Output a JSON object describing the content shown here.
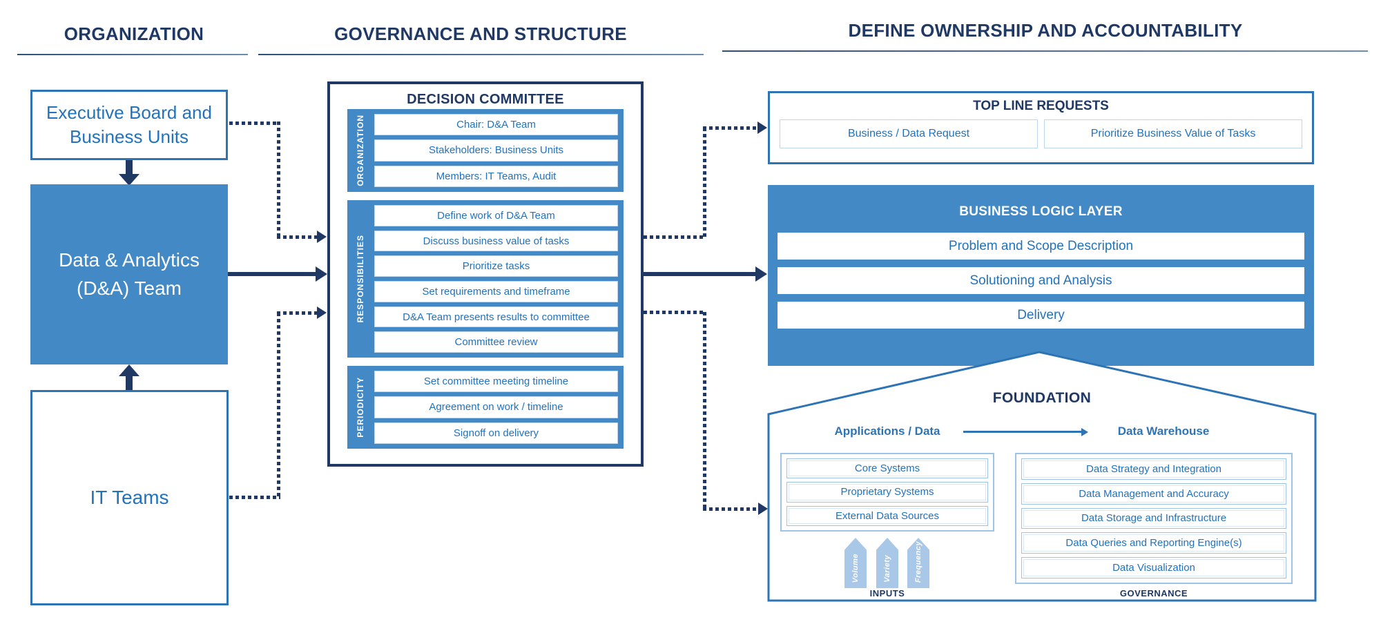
{
  "headers": {
    "organization": "ORGANIZATION",
    "governance": "GOVERNANCE AND STRUCTURE",
    "ownership": "DEFINE OWNERSHIP AND ACCOUNTABILITY"
  },
  "org_column": {
    "executive_board": "Executive Board and Business Units",
    "da_team": "Data & Analytics (D&A) Team",
    "it_teams": "IT Teams"
  },
  "committee": {
    "title": "DECISION COMMITTEE",
    "groups": [
      {
        "label": "ORGANIZATION",
        "rows": [
          "Chair: D&A Team",
          "Stakeholders: Business Units",
          "Members: IT Teams, Audit"
        ]
      },
      {
        "label": "RESPONSIBILITIES",
        "rows": [
          "Define work of D&A Team",
          "Discuss business value of tasks",
          "Prioritize tasks",
          "Set requirements and timeframe",
          "D&A Team presents results to committee",
          "Committee review"
        ]
      },
      {
        "label": "PERIODICITY",
        "rows": [
          "Set committee meeting timeline",
          "Agreement on work / timeline",
          "Signoff on delivery"
        ]
      }
    ]
  },
  "top_line": {
    "title": "TOP LINE REQUESTS",
    "items": [
      "Business / Data Request",
      "Prioritize Business Value of Tasks"
    ]
  },
  "business_logic": {
    "title": "BUSINESS LOGIC LAYER",
    "rows": [
      "Problem and Scope Description",
      "Solutioning and Analysis",
      "Delivery"
    ]
  },
  "foundation": {
    "title": "FOUNDATION",
    "apps_label": "Applications / Data",
    "warehouse_label": "Data Warehouse",
    "inputs": {
      "rows": [
        "Core Systems",
        "Proprietary Systems",
        "External Data Sources"
      ],
      "arrows": [
        "Volume",
        "Variety",
        "Frequency"
      ],
      "caption": "INPUTS"
    },
    "governance": {
      "rows": [
        "Data Strategy and Integration",
        "Data Management and Accuracy",
        "Data Storage and Infrastructure",
        "Data Queries and Reporting Engine(s)",
        "Data Visualization"
      ],
      "caption": "GOVERNANCE"
    }
  },
  "colors": {
    "navy": "#1F3864",
    "blue": "#2E74B5",
    "fill_blue": "#4289C6",
    "row_text": "#2272BE",
    "light_border": "#9DC3E6",
    "lighter_border": "#BDD7EE",
    "arrow_fill": "#A9C7E7"
  }
}
